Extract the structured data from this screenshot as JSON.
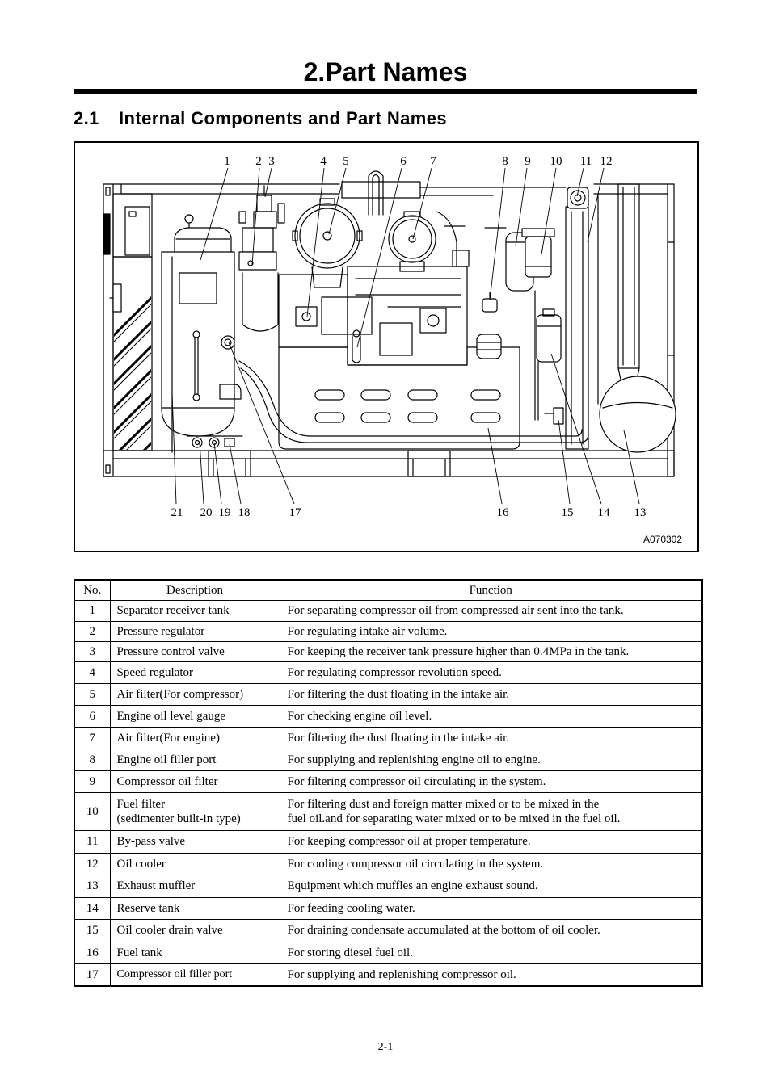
{
  "page": {
    "title": "2.Part Names",
    "section_number": "2.1",
    "section_title": "Internal Components and Part Names",
    "page_number": "2-1"
  },
  "figure": {
    "callout_labels": [
      "1",
      "2",
      "3",
      "4",
      "5",
      "6",
      "7",
      "8",
      "9",
      "10",
      "11",
      "12",
      "13",
      "14",
      "15",
      "16",
      "17",
      "18",
      "19",
      "20",
      "21"
    ],
    "figure_code": "A070302"
  },
  "table": {
    "headers": {
      "no": "No.",
      "description": "Description",
      "function": "Function"
    },
    "rows": [
      {
        "no": "1",
        "description": "Separator receiver tank",
        "function": "For separating compressor oil from compressed air sent into the tank."
      },
      {
        "no": "2",
        "description": "Pressure regulator",
        "function": "For regulating intake air volume."
      },
      {
        "no": "3",
        "description": "Pressure control valve",
        "function": "For keeping the receiver tank pressure higher than 0.4MPa in the tank."
      },
      {
        "no": "4",
        "description": "Speed regulator",
        "function": "For regulating compressor revolution speed."
      },
      {
        "no": "5",
        "description": "Air filter(For compressor)",
        "function": "For filtering the dust floating in the intake air."
      },
      {
        "no": "6",
        "description": "Engine oil level gauge",
        "function": "For checking engine oil level."
      },
      {
        "no": "7",
        "description": "Air filter(For engine)",
        "function": "For filtering the dust floating in the intake air."
      },
      {
        "no": "8",
        "description": "Engine oil filler port",
        "function": "For supplying and replenishing engine oil to engine."
      },
      {
        "no": "9",
        "description": "Compressor oil filter",
        "function": "For filtering compressor oil circulating in the system."
      },
      {
        "no": "10",
        "description": [
          "Fuel filter",
          "(sedimenter built-in type)"
        ],
        "function": [
          "For filtering dust and foreign matter mixed or to be mixed in the",
          "fuel oil.and for separating water mixed or to be mixed in the fuel oil."
        ]
      },
      {
        "no": "11",
        "description": "By-pass valve",
        "function": "For keeping compressor oil at proper temperature."
      },
      {
        "no": "12",
        "description": "Oil cooler",
        "function": "For cooling compressor oil circulating in the system."
      },
      {
        "no": "13",
        "description": "Exhaust muffler",
        "function": "Equipment which muffles an engine exhaust sound."
      },
      {
        "no": "14",
        "description": "Reserve tank",
        "function": "For feeding cooling water."
      },
      {
        "no": "15",
        "description": "Oil cooler drain valve",
        "function": "For draining condensate accumulated at the bottom of oil cooler."
      },
      {
        "no": "16",
        "description": "Fuel tank",
        "function": "For storing diesel fuel oil."
      },
      {
        "no": "17",
        "description": "Compressor oil filler port",
        "function": "For supplying and replenishing compressor oil."
      }
    ]
  }
}
